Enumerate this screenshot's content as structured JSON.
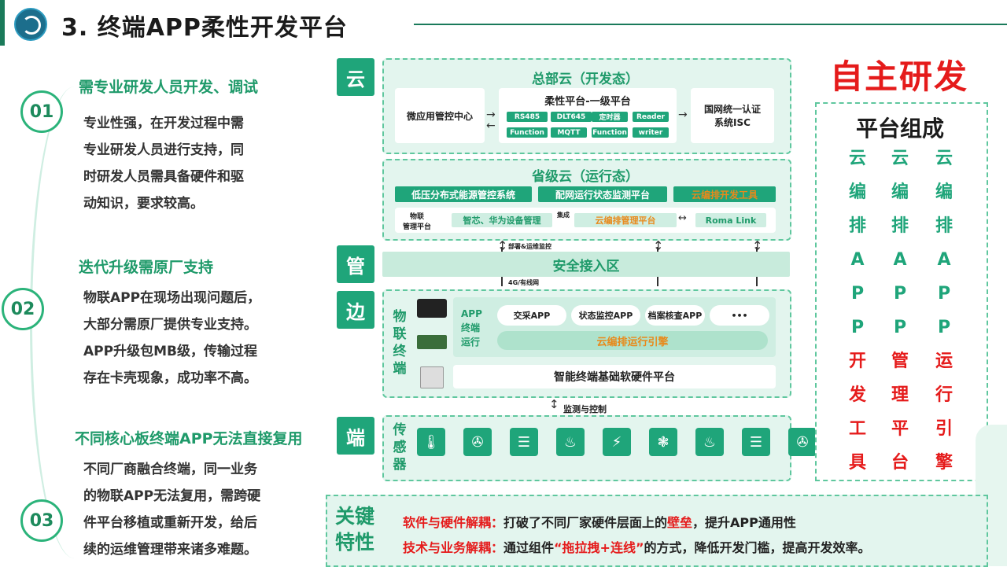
{
  "header": {
    "title": "3. 终端APP柔性开发平台"
  },
  "left": {
    "items": [
      {
        "num": "01",
        "head": "需专业研发人员开发、调试",
        "lines": [
          "专业性强，在开发过程中需",
          "专业研发人员进行支持，同",
          "时研发人员需具备硬件和驱",
          "动知识，要求较高。"
        ]
      },
      {
        "num": "02",
        "head": "迭代升级需原厂支持",
        "lines": [
          "物联APP在现场出现问题后，",
          "大部分需原厂提供专业支持。",
          "APP升级包MB级，传输过程",
          "存在卡壳现象，成功率不高。"
        ]
      },
      {
        "num": "03",
        "head": "不同核心板终端APP无法直接复用",
        "lines": [
          "不同厂商融合终端，同一业务",
          "的物联APP无法复用，需跨硬",
          "件平台移植或重新开发，给后",
          "续的运维管理带来诸多难题。"
        ]
      }
    ]
  },
  "diagram": {
    "tags": {
      "cloud": "云",
      "pipe": "管",
      "edge": "边",
      "end": "端"
    },
    "hq": {
      "title": "总部云（开发态）",
      "left_box": "微应用管控中心",
      "center_title": "柔性平台-一级平台",
      "pills": [
        "RS485",
        "DLT645",
        "定时器",
        "Reader",
        "Function",
        "MQTT",
        "Function",
        "writer"
      ],
      "right_box_line1": "国网统一认证",
      "right_box_line2": "系统ISC"
    },
    "prov": {
      "title": "省级云（运行态）",
      "bars": [
        "低压分布式能源管控系统",
        "配网运行状态监测平台",
        "云编排开发工具"
      ],
      "mgmt_line1": "物联",
      "mgmt_line2": "管理平台",
      "pill_a": "智芯、华为设备管理",
      "integrate": "集成",
      "pill_b": "云编排管理平台",
      "pill_c": "Roma Link"
    },
    "deploy_label": "部署&运维监控",
    "security": "安全接入区",
    "net_label": "4G/有线网",
    "edge": {
      "vertical": "物联终端",
      "app_line1": "APP",
      "app_line2": "终端",
      "app_line3": "运行",
      "apps": [
        "交采APP",
        "状态监控APP",
        "档案核查APP",
        "•••"
      ],
      "engine": "云编排运行引擎",
      "platform": "智能终端基础软硬件平台"
    },
    "monitor_label": "监测与控制",
    "sensor": {
      "vertical": "传感器",
      "icons": [
        "thermometer-icon",
        "fan-icon",
        "radiator-icon",
        "heat-icon",
        "gauge-icon",
        "fan-icon",
        "heat-icon",
        "radiator-icon",
        "fan-icon",
        "thermometer-icon"
      ]
    }
  },
  "right": {
    "headline": "自主研发",
    "panel_title": "平台组成",
    "columns": [
      {
        "green": [
          "云",
          "编",
          "排",
          "A",
          "P",
          "P"
        ],
        "red": [
          "开",
          "发",
          "工",
          "具"
        ]
      },
      {
        "green": [
          "云",
          "编",
          "排",
          "A",
          "P",
          "P"
        ],
        "red": [
          "管",
          "理",
          "平",
          "台"
        ]
      },
      {
        "green": [
          "云",
          "编",
          "排",
          "A",
          "P",
          "P"
        ],
        "red": [
          "运",
          "行",
          "引",
          "擎"
        ]
      }
    ]
  },
  "key": {
    "title_line1": "关键",
    "title_line2": "特性",
    "line1_red": "软件与硬件解耦：",
    "line1_a": "打破了不同厂家硬件层面上的",
    "line1_red2": "壁垒",
    "line1_b": "，提升APP通用性",
    "line2_red": "技术与业务解耦：",
    "line2_a": "通过组件",
    "line2_red2": "“拖拉拽+连线”",
    "line2_b": "的方式，降低开发门槛，提高开发效率。"
  },
  "colors": {
    "green": "#1fa57a",
    "red": "#e51b1b",
    "orange": "#e8891a"
  }
}
